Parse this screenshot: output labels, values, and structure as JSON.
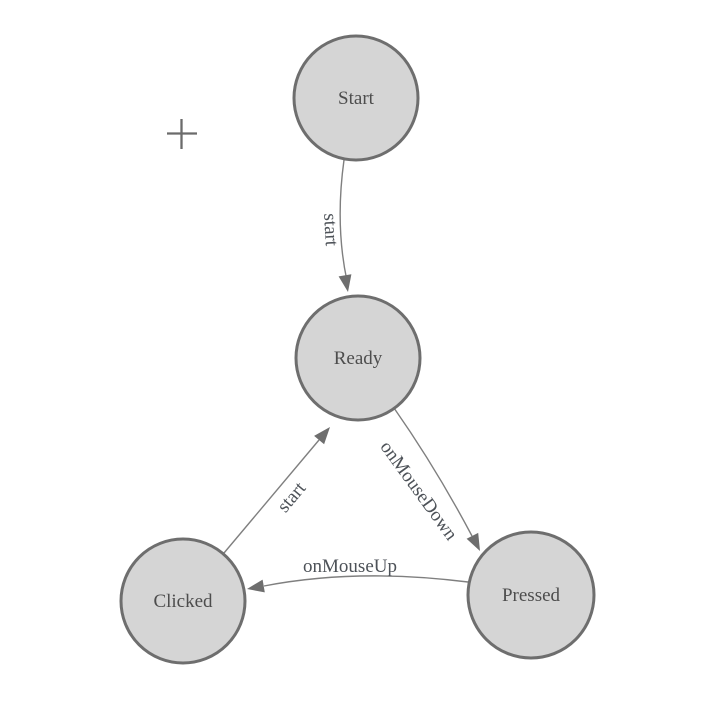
{
  "diagram": {
    "type": "state-machine",
    "colors": {
      "background": "#ffffff",
      "node_fill": "#d5d5d5",
      "node_stroke": "#6e6e6e",
      "edge_line": "#7f7f7f",
      "arrow_fill": "#6e6e6e",
      "label_text": "#4d4d4d"
    },
    "icons": {
      "crosshair": "crosshair-plus-icon"
    },
    "nodes": [
      {
        "id": "start",
        "label": "Start"
      },
      {
        "id": "ready",
        "label": "Ready"
      },
      {
        "id": "clicked",
        "label": "Clicked"
      },
      {
        "id": "pressed",
        "label": "Pressed"
      }
    ],
    "edges": [
      {
        "from": "Start",
        "to": "Ready",
        "label": "start"
      },
      {
        "from": "Clicked",
        "to": "Ready",
        "label": "start"
      },
      {
        "from": "Ready",
        "to": "Pressed",
        "label": "onMouseDown"
      },
      {
        "from": "Pressed",
        "to": "Clicked",
        "label": "onMouseUp"
      }
    ]
  }
}
